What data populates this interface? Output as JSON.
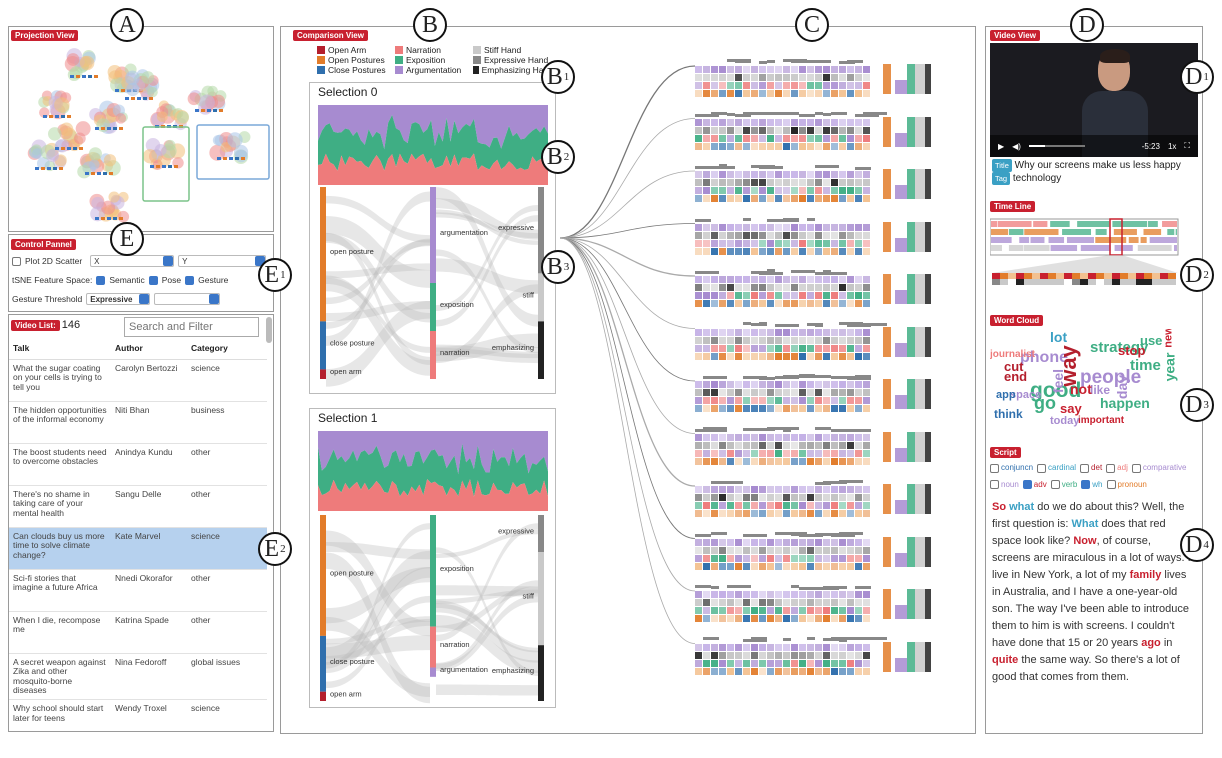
{
  "projection": {
    "title": "Projection View"
  },
  "comparison": {
    "title": "Comparison View",
    "legend": [
      [
        "Open Arm",
        "#b41f2d"
      ],
      [
        "Open Postures",
        "#e27c2a"
      ],
      [
        "Close Postures",
        "#2f6fad"
      ],
      [
        "Narration",
        "#ee7b7b"
      ],
      [
        "Exposition",
        "#3fae84"
      ],
      [
        "Argumentation",
        "#a78bd0"
      ],
      [
        "Stiff Hand",
        "#c9c9c9"
      ],
      [
        "Expressive Hand",
        "#888888"
      ],
      [
        "Emphasizing Hand",
        "#222222"
      ]
    ],
    "sel0": {
      "title": "Selection 0"
    },
    "sel1": {
      "title": "Selection 1"
    },
    "sankey": {
      "open_posture": "open posture",
      "close_posture": "close posture",
      "open_arm": "open arm",
      "argumentation": "argumentation",
      "exposition": "exposition",
      "narration": "narration",
      "expressive": "expressive",
      "stiff": "stiff",
      "emphasizing": "emphasizing"
    }
  },
  "control": {
    "title": "Control Pannel",
    "plot_label": "Plot 2D Scatter",
    "x_value": "X",
    "y_value": "Y",
    "feature_label": "tSNE Feature Space:",
    "semantic": "Semantic",
    "pose": "Pose",
    "gesture": "Gesture",
    "threshold_label": "Gesture Threshold",
    "threshold_value": "Expressive"
  },
  "videolist": {
    "title": "Video List:",
    "count": "146",
    "search_placeholder": "Search and Filter",
    "headers": [
      "Talk",
      "Author",
      "Category"
    ],
    "rows": [
      [
        "What the sugar coating on your cells is trying to tell you",
        "Carolyn Bertozzi",
        "science"
      ],
      [
        "The hidden opportunities of the informal economy",
        "Niti Bhan",
        "business"
      ],
      [
        "The boost students need to overcome obstacles",
        "Anindya Kundu",
        "other"
      ],
      [
        "There's no shame in taking care of your mental health",
        "Sangu Delle",
        "other"
      ],
      [
        "Can clouds buy us more time to solve climate change?",
        "Kate Marvel",
        "science"
      ],
      [
        "Sci-fi stories that imagine a future Africa",
        "Nnedi Okorafor",
        "other"
      ],
      [
        "When I die, recompose me",
        "Katrina Spade",
        "other"
      ],
      [
        "A secret weapon against Zika and other mosquito-borne diseases",
        "Nina Fedoroff",
        "global issues"
      ],
      [
        "Why school should start later for teens",
        "Wendy Troxel",
        "science"
      ]
    ]
  },
  "video": {
    "title": "Video View",
    "time": "-5:23",
    "speed": "1x",
    "title_tag": "Title",
    "title_text": "Why our screens make us less happy",
    "tag_tag": "Tag",
    "tag_text": "technology"
  },
  "timeline": {
    "title": "Time Line"
  },
  "wordcloud": {
    "title": "Word Cloud",
    "words": [
      [
        "lot",
        "#3aa0c4"
      ],
      [
        "strategy",
        "#3fae84"
      ],
      [
        "phone",
        "#a78bd0"
      ],
      [
        "way",
        "#b41f2d"
      ],
      [
        "people",
        "#a78bd0"
      ],
      [
        "time",
        "#3fae84"
      ],
      [
        "good",
        "#3fae84"
      ],
      [
        "use",
        "#3fae84"
      ],
      [
        "year",
        "#3fae84"
      ],
      [
        "happen",
        "#3fae84"
      ],
      [
        "stop",
        "#c8202f"
      ],
      [
        "think",
        "#2f6fad"
      ],
      [
        "say",
        "#c8202f"
      ],
      [
        "day",
        "#a78bd0"
      ],
      [
        "end",
        "#b41f2d"
      ],
      [
        "journalist",
        "#ee7b7b"
      ],
      [
        "space",
        "#a78bd0"
      ],
      [
        "important",
        "#c8202f"
      ],
      [
        "feel",
        "#a78bd0"
      ],
      [
        "like",
        "#a78bd0"
      ],
      [
        "not",
        "#c8202f"
      ],
      [
        "go",
        "#3fae84"
      ],
      [
        "app",
        "#2f6fad"
      ],
      [
        "new",
        "#c8202f"
      ],
      [
        "cut",
        "#b41f2d"
      ],
      [
        "today",
        "#a78bd0"
      ]
    ]
  },
  "script": {
    "title": "Script",
    "tags": [
      [
        "conjuncn",
        false
      ],
      [
        "cardinal",
        false
      ],
      [
        "det",
        false
      ],
      [
        "adj",
        false
      ],
      [
        "comparative",
        false
      ],
      [
        "noun",
        false
      ],
      [
        "adv",
        true
      ],
      [
        "verb",
        false
      ],
      [
        "wh",
        true
      ],
      [
        "pronoun",
        false
      ]
    ],
    "segments": [
      [
        "So",
        "adv"
      ],
      [
        " ",
        ""
      ],
      [
        "what",
        "wh"
      ],
      [
        " do we do about this? Well, the first question is: ",
        ""
      ],
      [
        "What",
        "wh"
      ],
      [
        " does that red space look like? ",
        ""
      ],
      [
        "Now",
        "adv"
      ],
      [
        ", of course, screens are miraculous in a lot of ways. I live in New York, a lot of my ",
        ""
      ],
      [
        "family",
        "adv"
      ],
      [
        " lives in Australia, and I have a one-year-old son. The way I've been able to introduce them to him is with screens. I couldn't have done that 15 or 20 years ",
        ""
      ],
      [
        "ago",
        "adv"
      ],
      [
        " in ",
        ""
      ],
      [
        "quite",
        "adv"
      ],
      [
        " the same way. So there's a lot of good that comes from them.",
        ""
      ]
    ]
  },
  "labels": {
    "A": "A",
    "B": "B",
    "C": "C",
    "D": "D",
    "E": "E",
    "sub1": "1",
    "sub2": "2",
    "sub3": "3",
    "sub4": "4"
  }
}
